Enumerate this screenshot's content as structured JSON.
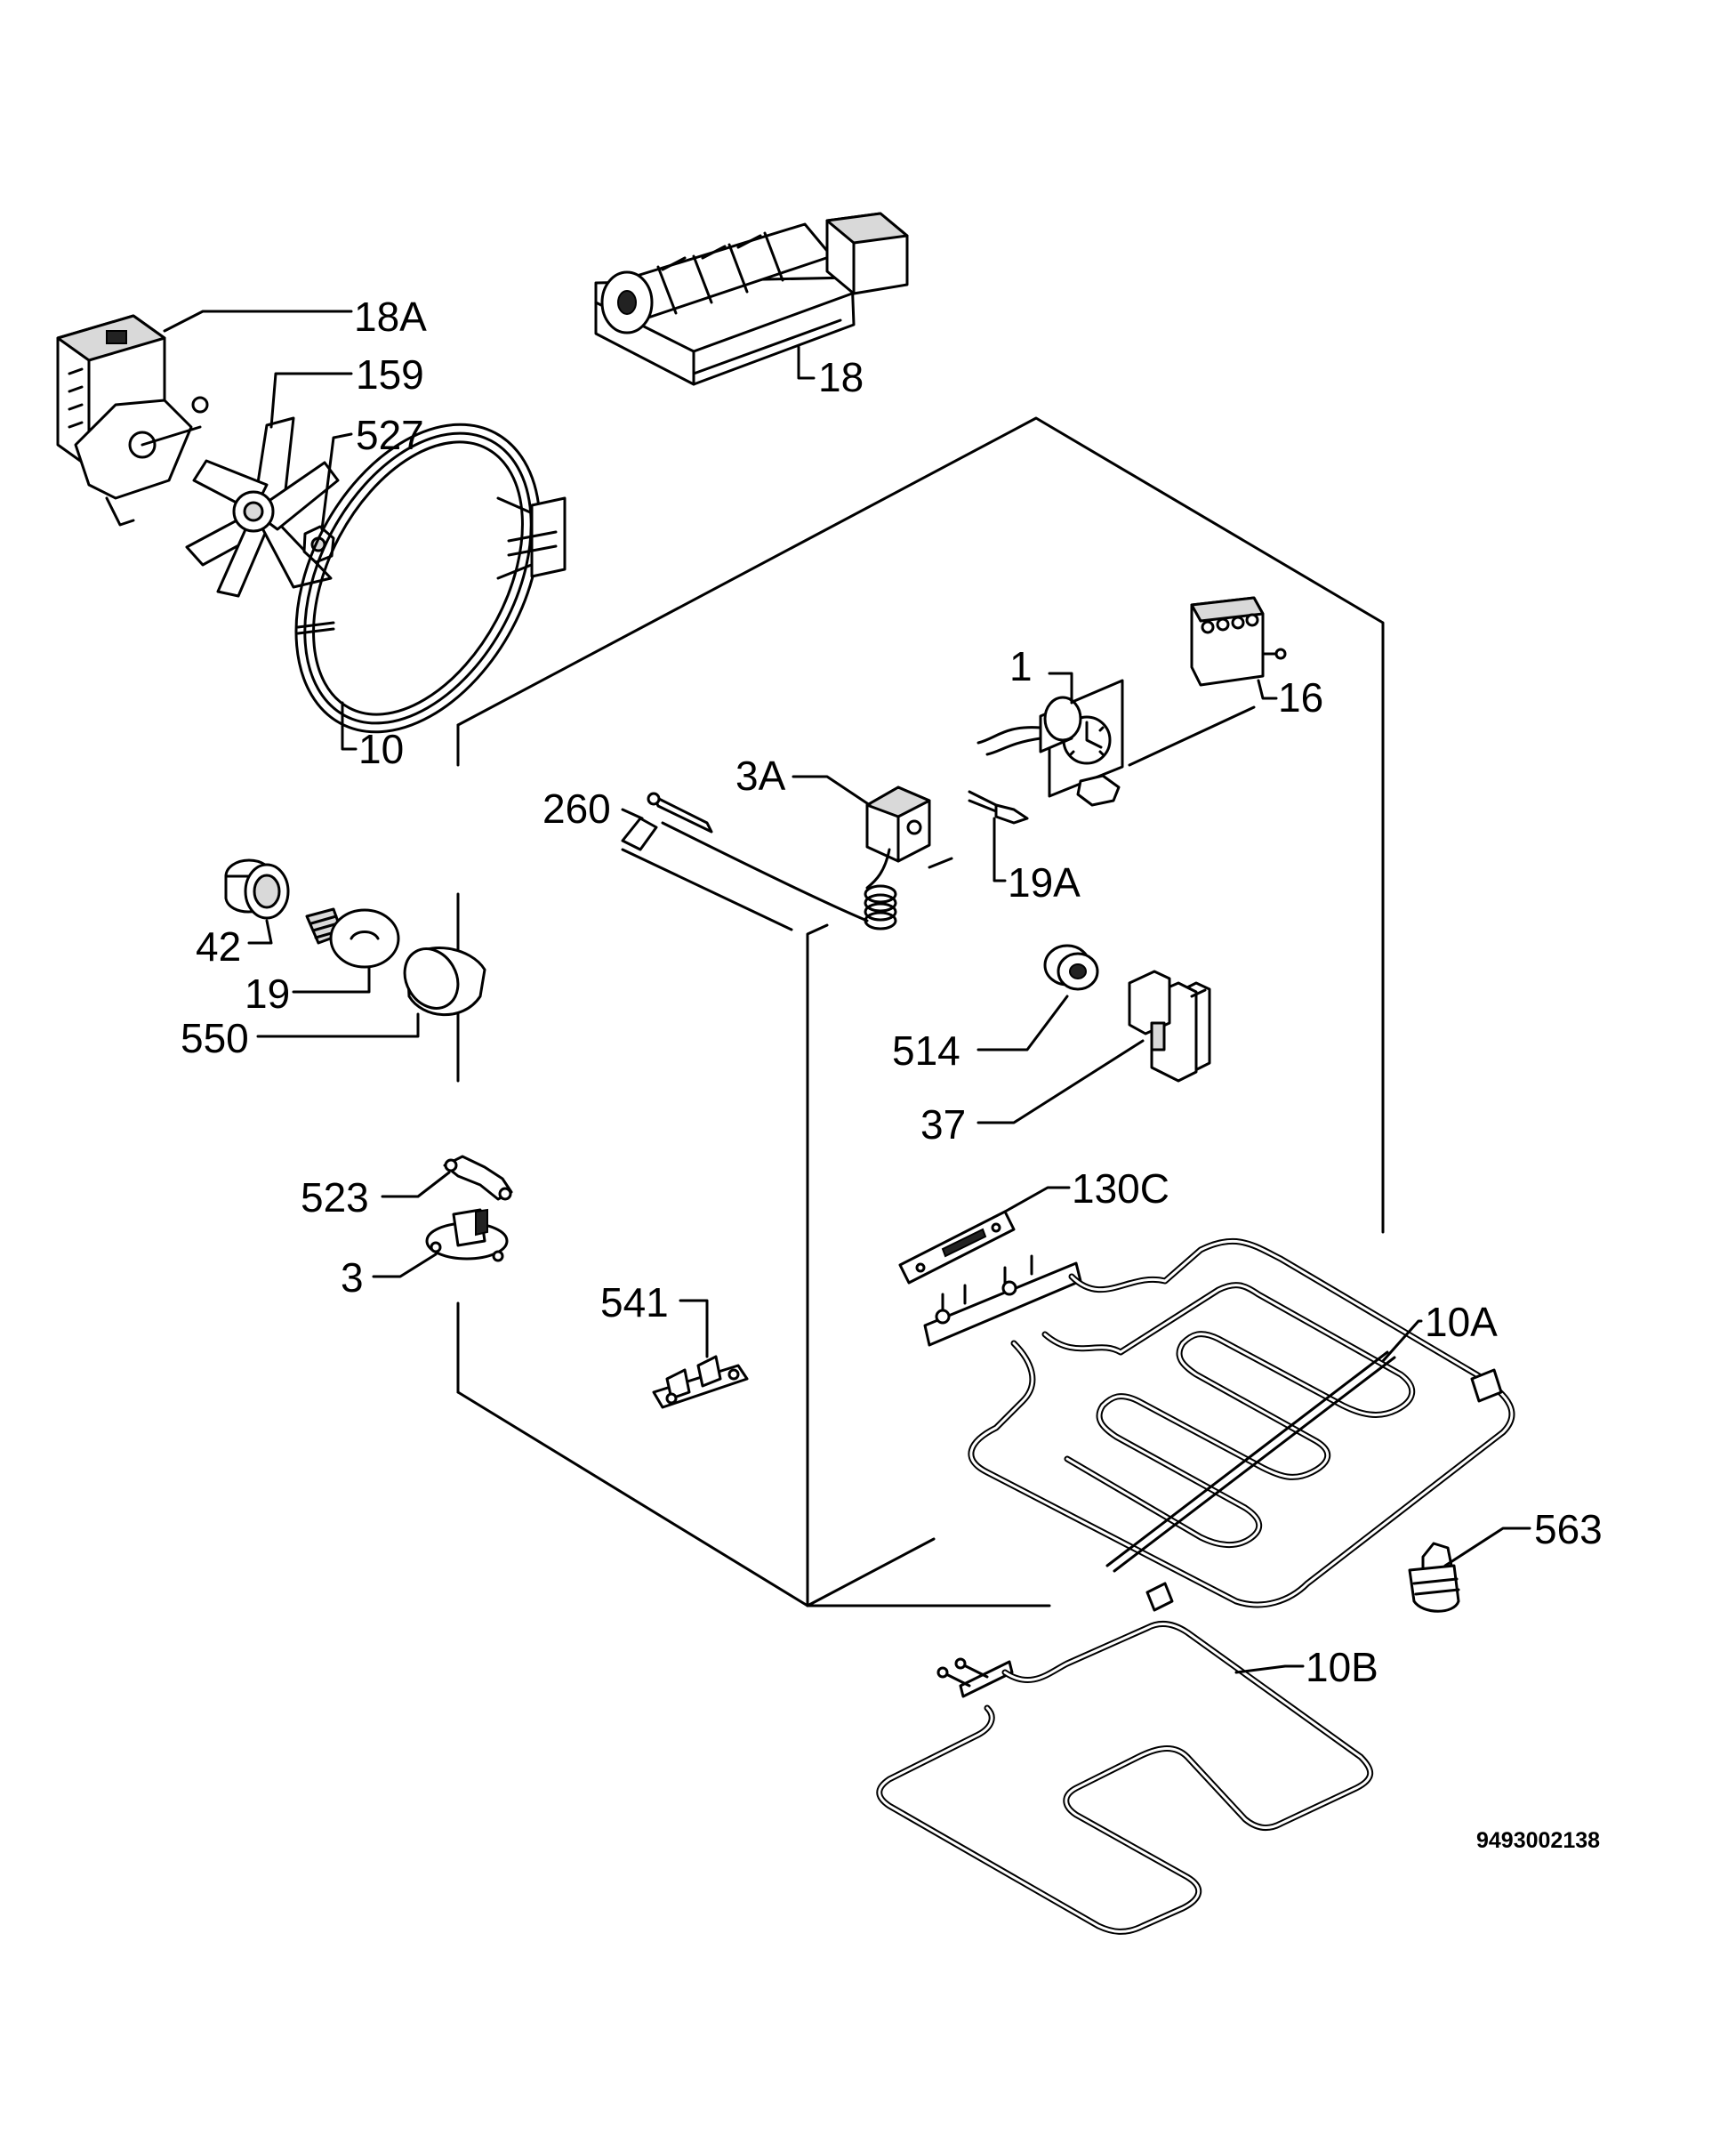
{
  "diagram": {
    "drawing_number": "9493002138",
    "parts": [
      {
        "id": "p18a",
        "label": "18A"
      },
      {
        "id": "p159",
        "label": "159"
      },
      {
        "id": "p527",
        "label": "527"
      },
      {
        "id": "p18",
        "label": "18"
      },
      {
        "id": "p10",
        "label": "10"
      },
      {
        "id": "p1",
        "label": "1"
      },
      {
        "id": "p16",
        "label": "16"
      },
      {
        "id": "p3a",
        "label": "3A"
      },
      {
        "id": "p260",
        "label": "260"
      },
      {
        "id": "p19a",
        "label": "19A"
      },
      {
        "id": "p42",
        "label": "42"
      },
      {
        "id": "p19",
        "label": "19"
      },
      {
        "id": "p550",
        "label": "550"
      },
      {
        "id": "p514",
        "label": "514"
      },
      {
        "id": "p37",
        "label": "37"
      },
      {
        "id": "p130c",
        "label": "130C"
      },
      {
        "id": "p523",
        "label": "523"
      },
      {
        "id": "p3",
        "label": "3"
      },
      {
        "id": "p10a",
        "label": "10A"
      },
      {
        "id": "p541",
        "label": "541"
      },
      {
        "id": "p563",
        "label": "563"
      },
      {
        "id": "p10b",
        "label": "10B"
      }
    ]
  }
}
